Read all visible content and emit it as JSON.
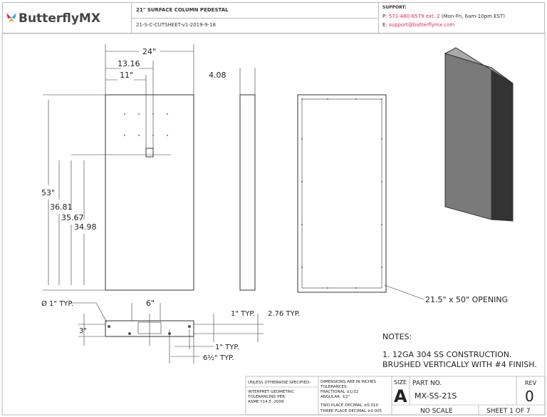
{
  "header": {
    "brand": "ButterflyMX",
    "title": "21\" SURFACE COLUMN PEDESTAL",
    "doc_id": "21-S-C-CUTSHEET-v1-2019-9-18",
    "support_label": "SUPPORT:",
    "phone_prefix": "P: ",
    "phone": "571-480-6579 ext. 2",
    "phone_hours": " (Mon-Fri, 6am-10pm EST)",
    "email_prefix": "E: ",
    "email": "support@butterflymx.com",
    "accent_color": "#e0245e"
  },
  "dimensions": {
    "width": "24\"",
    "d1": "13.16",
    "d2": "11\"",
    "depth": "4.08",
    "height": "53\"",
    "h1": "36.81",
    "h2": "35.67",
    "h3": "34.98",
    "opening": "21.5\" x 50\" OPENING",
    "hole": "Ø 1\" TYP.",
    "slot": "6\"",
    "base_depth": "3\"",
    "edge_top": "1\" TYP.",
    "edge_right": "2.76 TYP.",
    "edge_bottom": "1\" TYP.",
    "spacing": "6½\" TYP."
  },
  "notes": {
    "title": "NOTES:",
    "line1": "1. 12GA 304 SS CONSTRUCTION.",
    "line2": "BRUSHED VERTICALLY WITH #4 FINISH."
  },
  "title_block": {
    "unless": "UNLESS OTHERWISE SPECIFIED:",
    "interpret1": "INTERPRET GEOMETRIC",
    "interpret2": "TOLERANCING PER:",
    "interpret3": "ASME Y14.5 -2009",
    "dims": "DIMENSIONS ARE IN INCHES",
    "tol": "TOLERANCES:",
    "frac": "FRACTIONAL ±1/32",
    "ang": "ANGULAR: ±2°",
    "two": "TWO PLACE DECIMAL    ±0.010",
    "three": "THREE PLACE DECIMAL  ±0.005",
    "size_label": "SIZE",
    "size": "A",
    "part_label": "PART NO.",
    "part": "MX-SS-21S",
    "rev_label": "REV",
    "rev": "0",
    "scale": "NO SCALE",
    "sheet": "SHEET 1 OF 7"
  }
}
